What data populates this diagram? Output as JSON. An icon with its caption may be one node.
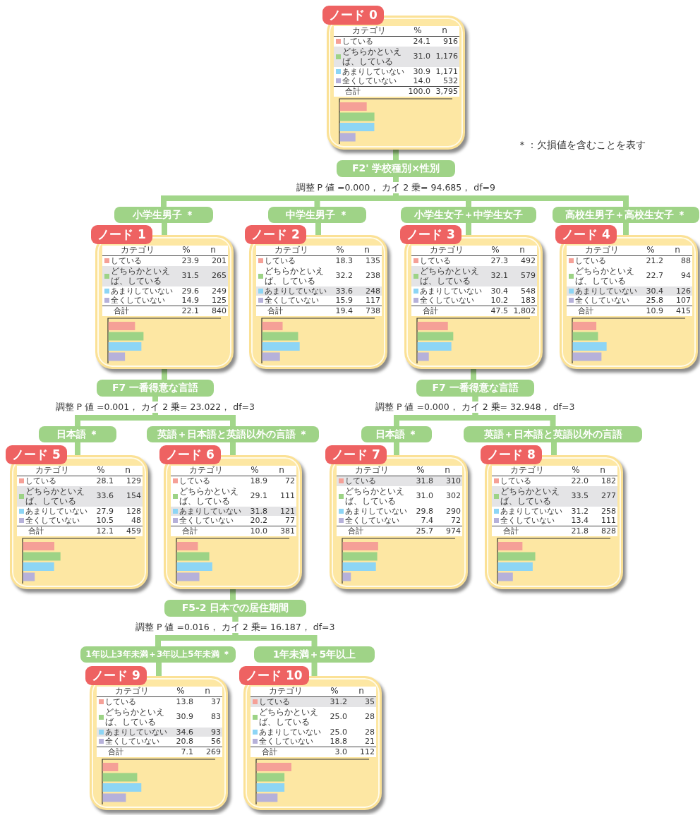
{
  "diagram": {
    "nodes": [
      {
        "text": [
          "ノード 0",
          "カテゴリ",
          "%",
          "n",
          "している",
          "24.1",
          "916",
          "どちらかといえば、している",
          "31.0",
          "1,176",
          "あまりしていない",
          "30.9",
          "1,171",
          "全くしていない",
          "14.0",
          "532",
          "合計",
          "100.0",
          "3,795"
        ]
      },
      {
        "text": [
          "F2' 学校種別×性別"
        ],
        "beside": [
          "調整 P 値 =0.000， カイ 2 乗= 94.685， df=9"
        ]
      },
      {
        "text": [
          "小学生男子 ＊"
        ]
      },
      {
        "text": [
          "中学生男子 ＊"
        ]
      },
      {
        "text": [
          "小学生女子＋中学生女子"
        ]
      },
      {
        "text": [
          "高校生男子＋高校生女子 ＊"
        ]
      },
      {
        "text": [
          "ノード 1",
          "カテゴリ",
          "%",
          "n",
          "している",
          "23.9",
          "201",
          "どちらかといえば、している",
          "31.5",
          "265",
          "あまりしていない",
          "29.6",
          "249",
          "全くしていない",
          "14.9",
          "125",
          "合計",
          "22.1",
          "840"
        ]
      },
      {
        "text": [
          "ノード 2",
          "カテゴリ",
          "%",
          "n",
          "している",
          "18.3",
          "135",
          "どちらかといえば、している",
          "32.2",
          "238",
          "あまりしていない",
          "33.6",
          "248",
          "全くしていない",
          "15.9",
          "117",
          "合計",
          "19.4",
          "738"
        ]
      },
      {
        "text": [
          "ノード 3",
          "カテゴリ",
          "%",
          "n",
          "している",
          "27.3",
          "492",
          "どちらかといえば、している",
          "32.1",
          "579",
          "あまりしていない",
          "30.4",
          "548",
          "全くしていない",
          "10.2",
          "183",
          "合計",
          "47.5",
          "1,802"
        ]
      },
      {
        "text": [
          "ノード 4",
          "カテゴリ",
          "%",
          "n",
          "している",
          "21.2",
          "88",
          "どちらかといえば、している",
          "22.7",
          "94",
          "あまりしていない",
          "30.4",
          "126",
          "全くしていない",
          "25.8",
          "107",
          "合計",
          "10.9",
          "415"
        ]
      },
      {
        "text": [
          "F7 一番得意な言語"
        ],
        "beside": [
          "調整 P 値 =0.001， カイ 2 乗= 23.022， df=3"
        ]
      },
      {
        "text": [
          "F7 一番得意な言語"
        ],
        "beside": [
          "調整 P 値 =0.000， カイ 2 乗= 32.948， df=3"
        ]
      },
      {
        "text": [
          "日本語 ＊"
        ]
      },
      {
        "text": [
          "英語＋日本語と英語以外の言語 ＊"
        ]
      },
      {
        "text": [
          "日本語 ＊"
        ]
      },
      {
        "text": [
          "英語＋日本語と英語以外の言語"
        ]
      },
      {
        "text": [
          "ノード 5",
          "カテゴリ",
          "%",
          "n",
          "している",
          "28.1",
          "129",
          "どちらかといえば、している",
          "33.6",
          "154",
          "あまりしていない",
          "27.9",
          "128",
          "全くしていない",
          "10.5",
          "48",
          "合計",
          "12.1",
          "459"
        ]
      },
      {
        "text": [
          "ノード 6",
          "カテゴリ",
          "%",
          "n",
          "している",
          "18.9",
          "72",
          "どちらかといえば、している",
          "29.1",
          "111",
          "あまりしていない",
          "31.8",
          "121",
          "全くしていない",
          "20.2",
          "77",
          "合計",
          "10.0",
          "381"
        ]
      },
      {
        "text": [
          "ノード 7",
          "カテゴリ",
          "%",
          "n",
          "している",
          "31.8",
          "310",
          "どちらかといえば、している",
          "31.0",
          "302",
          "あまりしていない",
          "29.8",
          "290",
          "全くしていない",
          "7.4",
          "72",
          "合計",
          "25.7",
          "974"
        ]
      },
      {
        "text": [
          "ノード 8",
          "カテゴリ",
          "%",
          "n",
          "している",
          "22.0",
          "182",
          "どちらかといえば、している",
          "33.5",
          "277",
          "あまりしていない",
          "31.2",
          "258",
          "全くしていない",
          "13.4",
          "111",
          "合計",
          "21.8",
          "828"
        ]
      },
      {
        "text": [
          "F5-2 日本での居住期間"
        ],
        "beside": [
          "調整 P 値 =0.016， カイ 2 乗= 16.187， df=3"
        ]
      },
      {
        "text": [
          "1年以上3年未満＋3年以上5年未満 ＊"
        ]
      },
      {
        "text": [
          "1年未満＋5年以上"
        ]
      },
      {
        "text": [
          "ノード 9",
          "カテゴリ",
          "%",
          "n",
          "している",
          "13.8",
          "37",
          "どちらかといえば、している",
          "30.9",
          "83",
          "あまりしていない",
          "34.6",
          "93",
          "全くしていない",
          "20.8",
          "56",
          "合計",
          "7.1",
          "269"
        ]
      },
      {
        "text": [
          "ノード 10",
          "カテゴリ",
          "%",
          "n",
          "している",
          "31.2",
          "35",
          "どちらかといえば、している",
          "25.0",
          "28",
          "あまりしていない",
          "25.0",
          "28",
          "全くしていない",
          "18.8",
          "21",
          "合計",
          "3.0",
          "112"
        ]
      }
    ],
    "edges": [
      {
        "from": 0,
        "to": 1,
        "arrow": "none"
      },
      {
        "from": 1,
        "to": 2,
        "arrow": "none"
      },
      {
        "from": 1,
        "to": 3,
        "arrow": "none"
      },
      {
        "from": 1,
        "to": 4,
        "arrow": "none"
      },
      {
        "from": 1,
        "to": 5,
        "arrow": "none"
      },
      {
        "from": 2,
        "to": 6,
        "arrow": "none"
      },
      {
        "from": 3,
        "to": 7,
        "arrow": "none"
      },
      {
        "from": 4,
        "to": 8,
        "arrow": "none"
      },
      {
        "from": 5,
        "to": 9,
        "arrow": "none"
      },
      {
        "from": 6,
        "to": 10,
        "arrow": "none"
      },
      {
        "from": 8,
        "to": 11,
        "arrow": "none"
      },
      {
        "from": 10,
        "to": 12,
        "arrow": "none"
      },
      {
        "from": 10,
        "to": 13,
        "arrow": "none"
      },
      {
        "from": 11,
        "to": 14,
        "arrow": "none"
      },
      {
        "from": 11,
        "to": 15,
        "arrow": "none"
      },
      {
        "from": 12,
        "to": 16,
        "arrow": "none"
      },
      {
        "from": 13,
        "to": 17,
        "arrow": "none"
      },
      {
        "from": 14,
        "to": 18,
        "arrow": "none"
      },
      {
        "from": 15,
        "to": 19,
        "arrow": "none"
      },
      {
        "from": 17,
        "to": 20,
        "arrow": "none"
      },
      {
        "from": 20,
        "to": 21,
        "arrow": "none"
      },
      {
        "from": 20,
        "to": 22,
        "arrow": "none"
      },
      {
        "from": 21,
        "to": 23,
        "arrow": "none"
      },
      {
        "from": 22,
        "to": 24,
        "arrow": "none"
      }
    ],
    "labels": [
      "＊：欠損値を含むことを表す"
    ]
  }
}
